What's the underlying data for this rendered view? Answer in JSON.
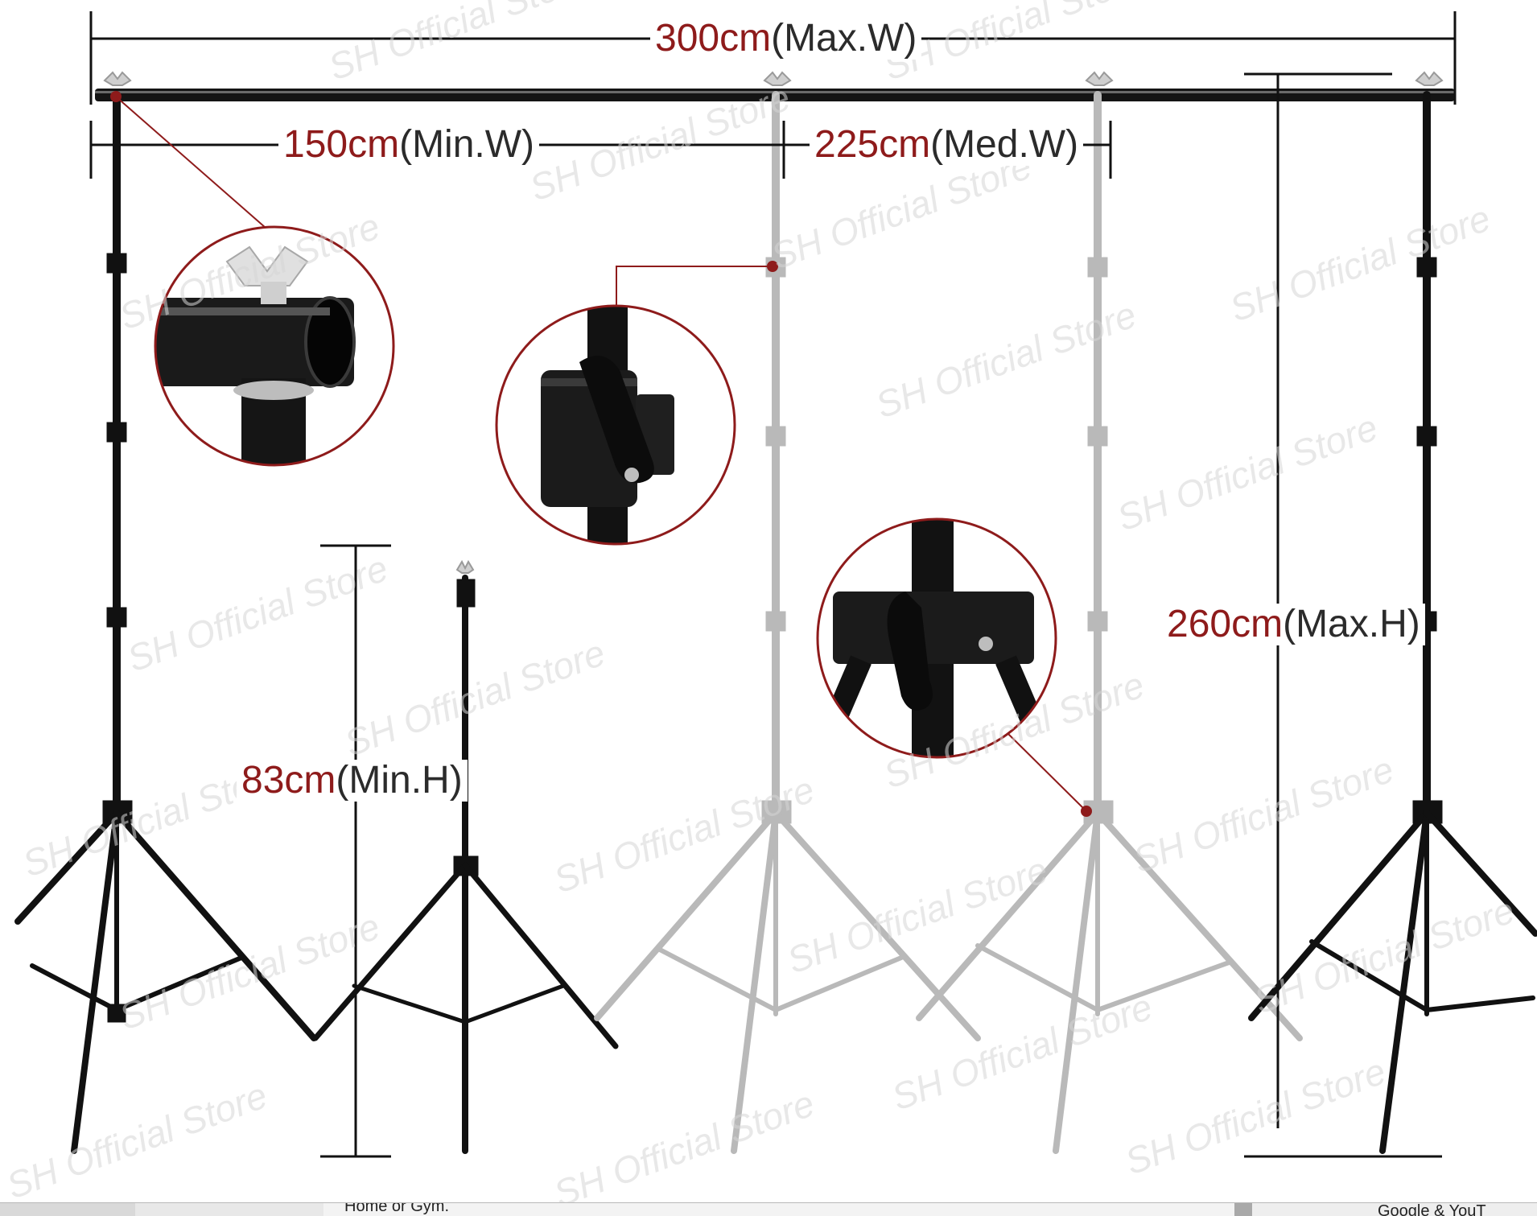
{
  "photo": {
    "watermark": "SH Official Store",
    "accent_color": "#8e1b1b",
    "dimensions": {
      "max_width": {
        "value": "300cm",
        "label": "(Max.W)"
      },
      "min_width": {
        "value": "150cm",
        "label": "(Min.W)"
      },
      "med_width": {
        "value": "225cm",
        "label": "(Med.W)"
      },
      "max_height": {
        "value": "260cm",
        "label": "(Max.H)"
      },
      "min_height": {
        "value": "83cm",
        "label": "(Min.H)"
      }
    },
    "detail_callouts": [
      "wing-nut-crossbar-clamp",
      "height-lock-knob",
      "leg-hub-lock-knob"
    ]
  },
  "bottom_bar": {
    "left_text": "Home or Gym.",
    "right_text": "Google & YouT"
  }
}
